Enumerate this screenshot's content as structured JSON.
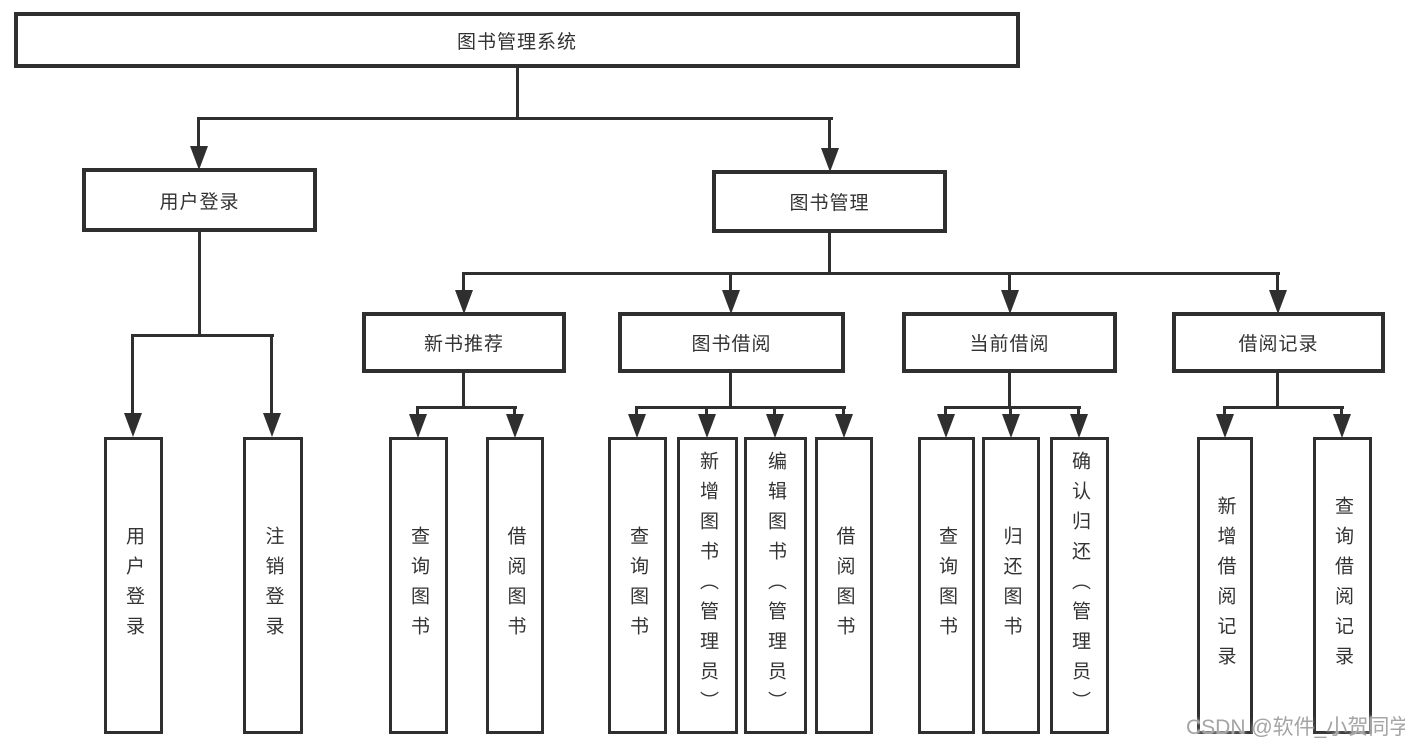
{
  "tree": {
    "root": {
      "label": "图书管理系统"
    },
    "children": [
      {
        "label": "用户登录",
        "children": [
          {
            "label": "用户登录"
          },
          {
            "label": "注销登录"
          }
        ]
      },
      {
        "label": "图书管理",
        "children": [
          {
            "label": "新书推荐",
            "children": [
              {
                "label": "查询图书"
              },
              {
                "label": "借阅图书"
              }
            ]
          },
          {
            "label": "图书借阅",
            "children": [
              {
                "label": "查询图书"
              },
              {
                "label": "新增图书（管理员）"
              },
              {
                "label": "编辑图书（管理员）"
              },
              {
                "label": "借阅图书"
              }
            ]
          },
          {
            "label": "当前借阅",
            "children": [
              {
                "label": "查询图书"
              },
              {
                "label": "归还图书"
              },
              {
                "label": "确认归还（管理员）"
              }
            ]
          },
          {
            "label": "借阅记录",
            "children": [
              {
                "label": "新增借阅记录"
              },
              {
                "label": "查询借阅记录"
              }
            ]
          }
        ]
      }
    ]
  },
  "watermark": {
    "text": "CSDN @软件_小贺同学"
  },
  "colors": {
    "line": "#2f2f2f",
    "text": "#333333",
    "background": "#ffffff",
    "watermark": "#a5a5a5"
  }
}
